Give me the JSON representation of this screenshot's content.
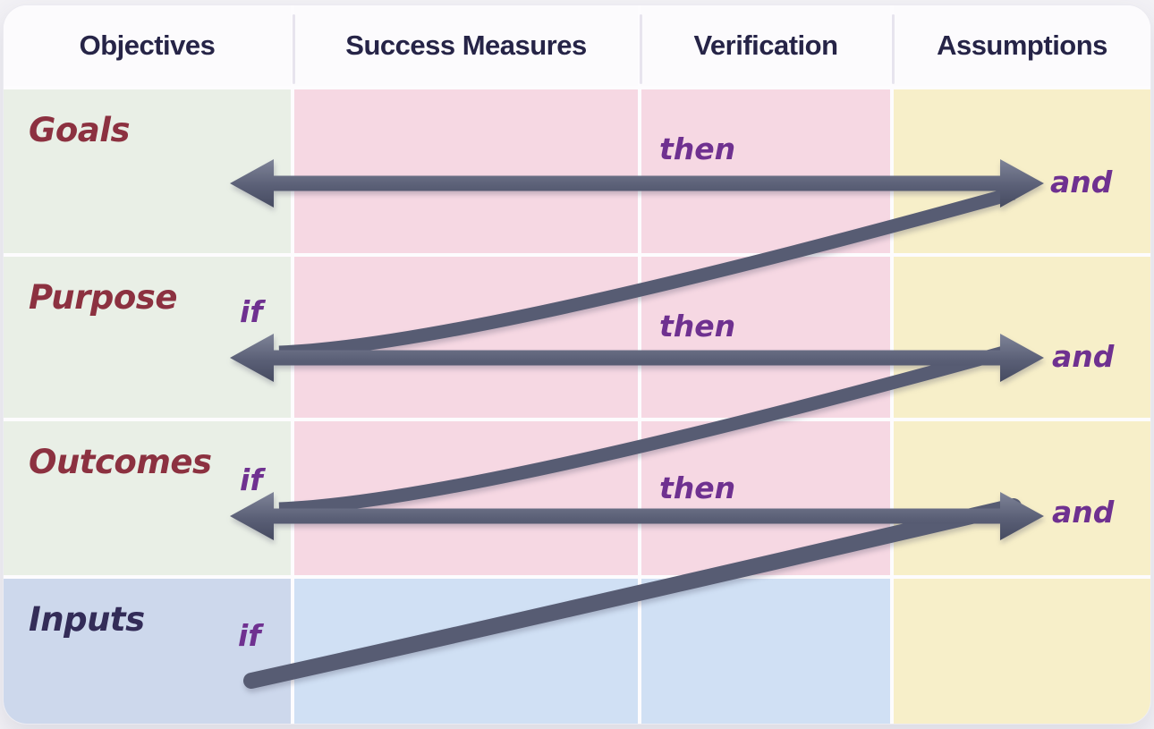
{
  "columns": [
    {
      "label": "Objectives"
    },
    {
      "label": "Success Measures"
    },
    {
      "label": "Verification"
    },
    {
      "label": "Assumptions"
    }
  ],
  "rows": [
    {
      "label": "Goals"
    },
    {
      "label": "Purpose"
    },
    {
      "label": "Outcomes"
    },
    {
      "label": "Inputs"
    }
  ],
  "connectors": {
    "goals": {
      "then": "then",
      "and": "and"
    },
    "purpose": {
      "if": "if",
      "then": "then",
      "and": "and"
    },
    "outcomes": {
      "if": "if",
      "then": "then",
      "and": "and"
    },
    "inputs": {
      "if": "if"
    }
  },
  "colors": {
    "objectives_column_green": "#E9EFE6",
    "measures_verification_pink": "#F6D8E3",
    "assumptions_yellow": "#F7EFC9",
    "inputs_label_blue": "#CDD8EC",
    "inputs_row_blue": "#D0E0F4",
    "header_background": "#FCFBFD",
    "header_text_navy": "#262447",
    "row_label_red": "#8C3140",
    "row_label_navy": "#332C58",
    "connector_purple": "#6F3190",
    "arrow_gray": "#575C73",
    "arrow_gray_light": "#808599",
    "arrow_gray_dark": "#454A60"
  }
}
